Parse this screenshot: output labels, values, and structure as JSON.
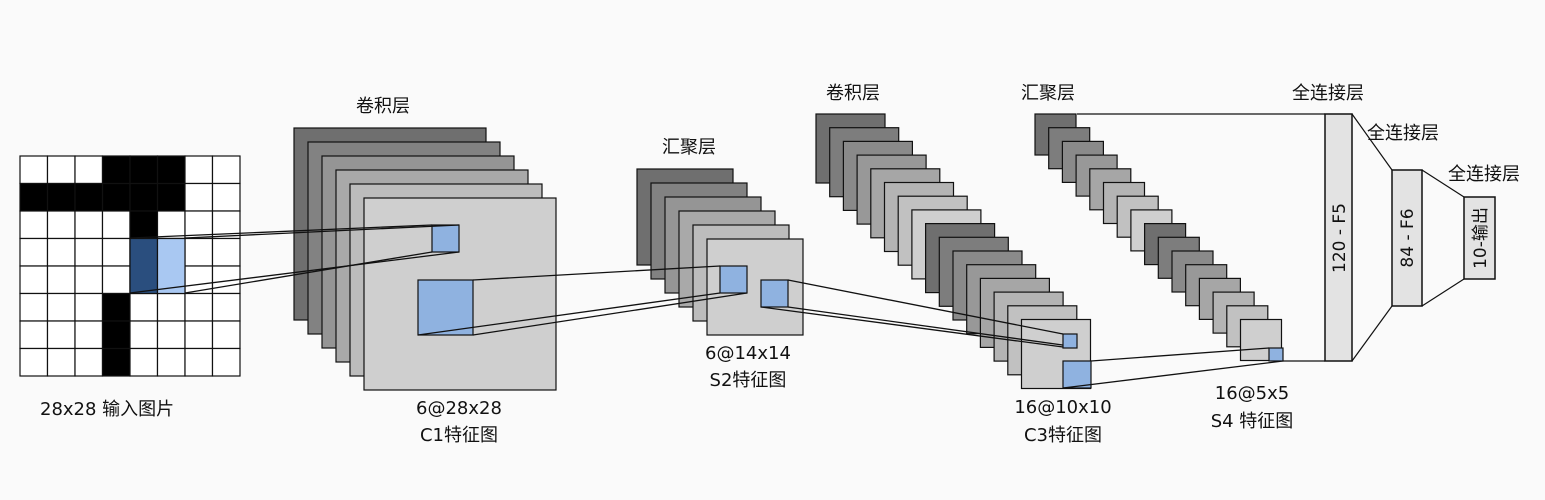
{
  "input": {
    "caption": "28x28 输入图片",
    "grid": [
      [
        0,
        0,
        0,
        1,
        1,
        1,
        0,
        0
      ],
      [
        1,
        1,
        1,
        1,
        1,
        1,
        0,
        0
      ],
      [
        0,
        0,
        0,
        0,
        1,
        0,
        0,
        0
      ],
      [
        0,
        0,
        0,
        0,
        1,
        0,
        0,
        0
      ],
      [
        0,
        0,
        0,
        0,
        1,
        0,
        0,
        0
      ],
      [
        0,
        0,
        0,
        1,
        0,
        0,
        0,
        0
      ],
      [
        0,
        0,
        0,
        1,
        0,
        0,
        0,
        0
      ],
      [
        0,
        0,
        0,
        1,
        0,
        0,
        0,
        0
      ]
    ]
  },
  "stages": {
    "c1": {
      "title": "卷积层",
      "dims": "6@28x28",
      "name": "C1特征图"
    },
    "s2": {
      "title": "汇聚层",
      "dims": "6@14x14",
      "name": "S2特征图"
    },
    "c3": {
      "title": "卷积层",
      "dims": "16@10x10",
      "name": "C3特征图"
    },
    "s4": {
      "title": "汇聚层",
      "dims": "16@5x5",
      "name": "S4 特征图"
    },
    "f5": {
      "title": "全连接层",
      "label": "120 - F5"
    },
    "f6": {
      "title": "全连接层",
      "label": "84 - F6"
    },
    "out": {
      "title": "全连接层",
      "label": "10-输出"
    }
  },
  "colors": {
    "highlight_fill": "#8fb2e0",
    "highlight_dark": "#2a4e7e",
    "highlight_light": "#a9c8f2",
    "fc_fill": "#e3e3e3"
  }
}
